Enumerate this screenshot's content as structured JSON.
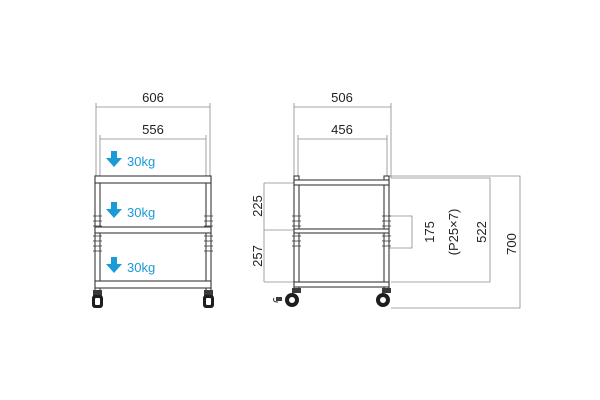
{
  "colors": {
    "line": "#3a3a3a",
    "dimension_line": "#8a8a8a",
    "load_accent": "#1a9ad6",
    "text": "#231f20"
  },
  "front_view": {
    "overall_width": "606",
    "inner_width": "556",
    "shelf_loads": [
      {
        "icon": "down-arrow-icon",
        "label": "30kg"
      },
      {
        "icon": "down-arrow-icon",
        "label": "30kg"
      },
      {
        "icon": "down-arrow-icon",
        "label": "30kg"
      }
    ]
  },
  "side_view": {
    "overall_depth": "506",
    "inner_depth": "456",
    "upper_spacing": "225",
    "lower_spacing": "257",
    "adjustable_range": "175",
    "adjustable_pitch": "(P25×7)",
    "frame_height": "522",
    "total_height": "700"
  }
}
